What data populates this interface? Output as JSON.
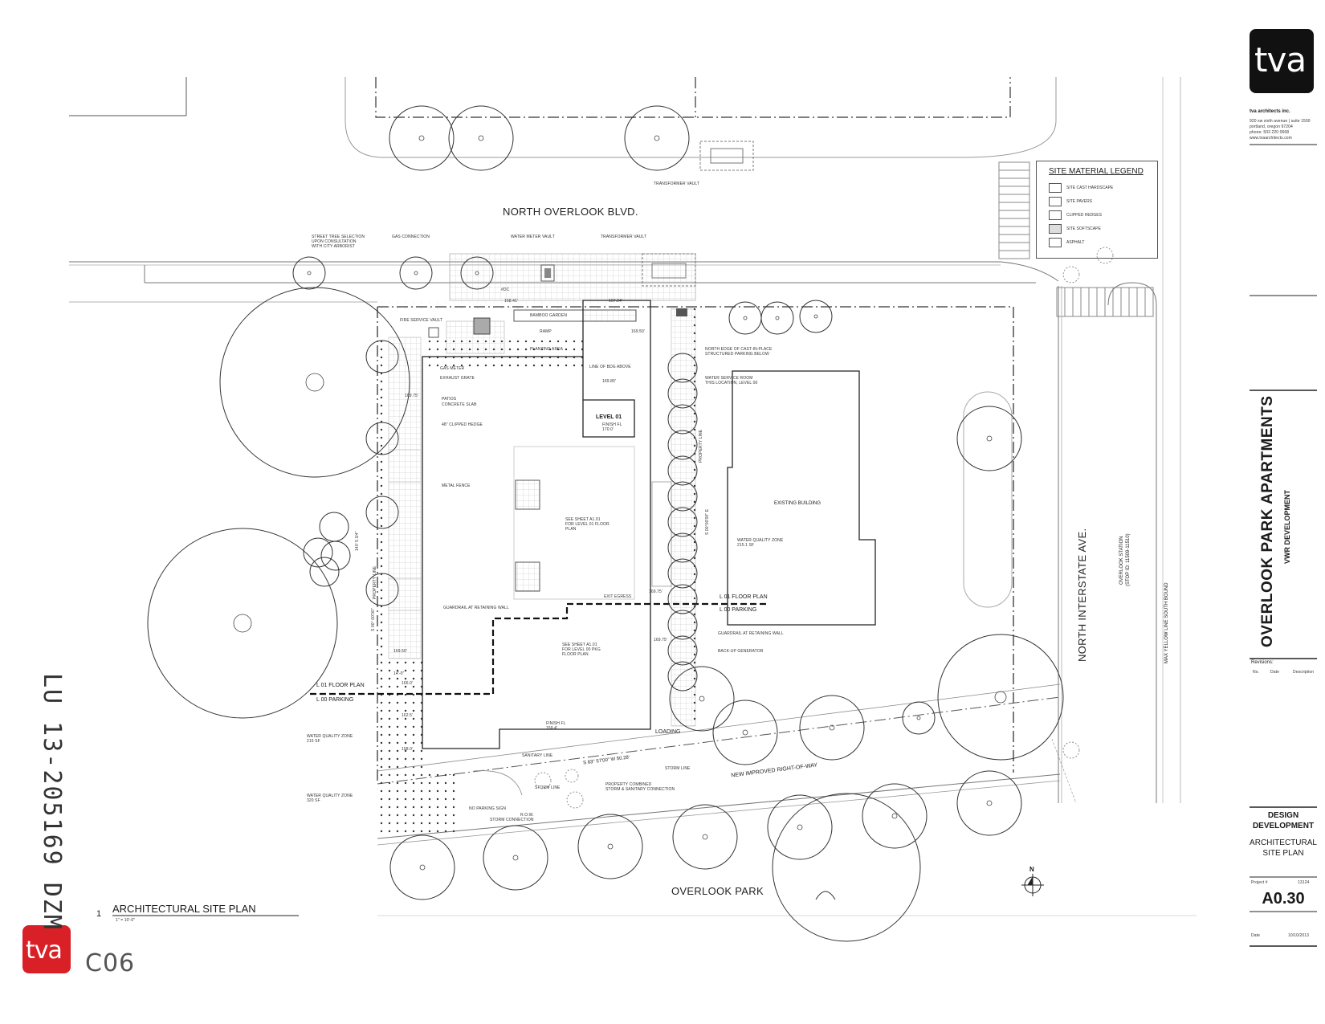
{
  "firm": {
    "logo_text": "tva",
    "name": "tva architects inc.",
    "address_line1": "920 sw sixth avenue | suite 1500",
    "address_line2": "portland, oregon 97204",
    "phone": "phone: 503 220 0668",
    "web": "www.tvaarchitects.com"
  },
  "project": {
    "title": "OVERLOOK PARK APARTMENTS",
    "client": "VWR DEVELOPMENT"
  },
  "revisions": {
    "label": "Revisions:",
    "col_no": "No.",
    "col_date": "Date",
    "col_desc": "Description"
  },
  "sheet": {
    "phase_line1": "DESIGN",
    "phase_line2": "DEVELOPMENT",
    "name_line1": "ARCHITECTURAL",
    "name_line2": "SITE PLAN",
    "project_no_label": "Project #",
    "project_no": "13124",
    "number": "A0.30",
    "date_label": "Date",
    "date": "10/10/2013"
  },
  "stamp": {
    "logo_text": "tva",
    "code": "C06"
  },
  "handwritten": "LU 13-205169 DZM",
  "drawing": {
    "number": "1",
    "title": "ARCHITECTURAL SITE PLAN",
    "scale": "1\" = 10'-0\"",
    "north": "N"
  },
  "legend": {
    "title": "SITE MATERIAL LEGEND",
    "items": [
      "SITE CAST HARDSCAPE",
      "SITE PAVERS",
      "CLIPPED HEDGES",
      "SITE SOFTSCAPE",
      "ASPHALT"
    ]
  },
  "streets": {
    "north": "NORTH OVERLOOK BLVD.",
    "east": "NORTH INTERSTATE AVE.",
    "south": "OVERLOOK PARK",
    "station": "OVERLOOK STATION",
    "station_id": "(STOP ID: 11509-11510)",
    "max_line": "MAX YELLOW LINE SOUTH BOUND"
  },
  "labels": {
    "transformer_vault_top": "TRANSFORMER VAULT",
    "street_tree_1": "STREET TREE SELECTION",
    "street_tree_2": "UPON CONSULTATION",
    "street_tree_3": "WITH CITY ARBORIST",
    "gas_connection": "GAS CONNECTION",
    "water_meter_vault": "WATER METER VAULT",
    "transformer_vault": "TRANSFORMER VAULT",
    "fire_service_vault": "FIRE SERVICE VAULT",
    "bamboo_garden": "BAMBOO GARDEN",
    "ramp": "RAMP",
    "planting_area": "PLANTING AREA",
    "gas_meter": "GAS METER",
    "exhaust_grate": "EXHAUST GRATE",
    "line_of_bldg": "LINE OF BDG ABOVE",
    "patios_1": "PATIOS",
    "patios_2": "CONCRETE SLAB",
    "clipped_hedge": "48\" CLIPPED HEDGE",
    "level_01": "LEVEL 01",
    "finish_fl_1": "FINISH FL",
    "finish_fl_1_val": "170.0'",
    "metal_fence": "METAL FENCE",
    "see_a101_1": "SEE SHEET A1.01",
    "see_a101_2": "FOR LEVEL 01 FLOOR",
    "see_a101_3": "PLAN",
    "guardrail_1": "GUARDRAIL AT RETAINING WALL",
    "exit_egress": "EXIT EGRESS",
    "see_a001_1": "SEE SHEET A1.01",
    "see_a001_2": "FOR LEVEL 00 PKG",
    "see_a001_3": "FLOOR PLAN",
    "finish_fl_2": "FINISH FL",
    "finish_fl_2_val": "159.4'",
    "loading": "LOADING",
    "sanitary_line": "SANITARY LINE",
    "storm_line_1": "STORM LINE",
    "storm_line_2": "STORM LINE",
    "bearing": "S 83° 57'00\" W 50.28'",
    "new_row": "NEW IMPROVED RIGHT-OF-WAY",
    "prop_combined_1": "PROPERTY COMBINED",
    "prop_combined_2": "STORM & SANITARY CONNECTION",
    "no_parking": "NO PARKING SIGN",
    "row_storm_1": "R.O.W.",
    "row_storm_2": "STORM CONNECTION",
    "wqz_1_1": "WATER QUALITY ZONE",
    "wqz_1_2": "215 SF",
    "wqz_2_1": "WATER QUALITY ZONE",
    "wqz_2_2": "320 SF",
    "wqz_3_1": "WATER QUALITY ZONE",
    "wqz_3_2": "215.1 SF",
    "l01_left": "L 01 FLOOR PLAN",
    "l00_left": "L 00 PARKING",
    "l01_right": "L 01 FLOOR PLAN",
    "l00_right": "L 00 PARKING",
    "north_edge_1": "NORTH EDGE OF CAST-IN-PLACE",
    "north_edge_2": "STRUCTURED PARKING BELOW",
    "water_service_1": "WATER SERVICE ROOM",
    "water_service_2": "THIS LOCATION, LEVEL 00",
    "existing_building": "EXISTING BUILDING",
    "guardrail_2": "GUARDRAIL AT RETAINING WALL",
    "backup_gen": "BACK-UP GENERATOR",
    "property_line_1": "PROPERTY LINE",
    "property_line_2": "PROPERTY LINE",
    "bearing_left": "S 00° 00'00\"",
    "dist_left": "140' 5 3/4\"",
    "dim_right": "S 00°00'00\" E",
    "elev_1": "168.41'",
    "elev_2": "167.24'",
    "elev_3": "169.50'",
    "elev_4": "169.80'",
    "elev_5": "169.75'",
    "elev_6": "169.75'",
    "elev_7": "169.75'",
    "elev_8": "166.0'",
    "elev_9": "162.5'",
    "elev_10": "158.0'",
    "elev_11": "169.50'",
    "elev_12": "14'-0\"",
    "tag_100": "#DC"
  }
}
